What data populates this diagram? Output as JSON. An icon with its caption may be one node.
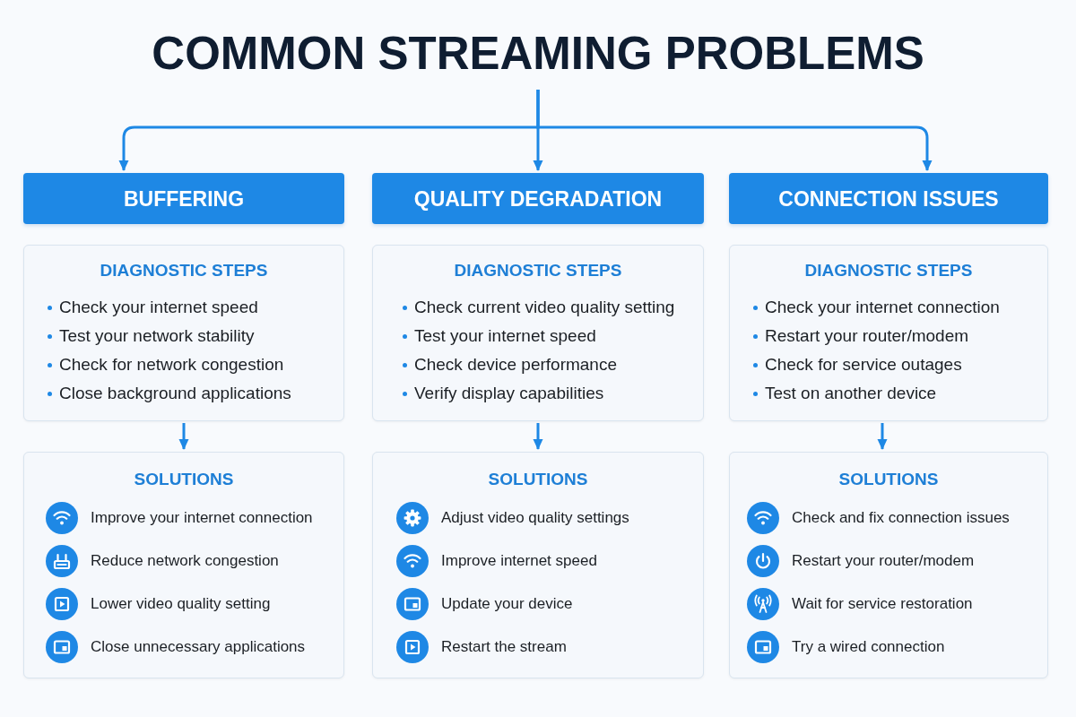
{
  "diagram": {
    "nodes": [
      {
        "text": [
          "COMMON STREAMING PROBLEMS"
        ]
      },
      {
        "text": [
          "BUFFERING"
        ]
      },
      {
        "text": [
          "QUALITY DEGRADATION"
        ]
      },
      {
        "text": [
          "CONNECTION ISSUES"
        ]
      },
      {
        "text": [
          "DIAGNOSTIC STEPS",
          "Check your internet speed",
          "Test your network stability",
          "Check for network congestion",
          "Close background applications"
        ]
      },
      {
        "text": [
          "DIAGNOSTIC STEPS",
          "Check current video quality setting",
          "Test your internet speed",
          "Check device performance",
          "Verify display capabilities"
        ]
      },
      {
        "text": [
          "DIAGNOSTIC STEPS",
          "Check your internet connection",
          "Restart your router/modem",
          "Check for service outages",
          "Test on another device"
        ]
      },
      {
        "text": [
          "SOLUTIONS",
          "Improve your internet connection",
          "Reduce network congestion",
          "Lower video quality setting",
          "Close unnecessary applications"
        ]
      },
      {
        "text": [
          "SOLUTIONS",
          "Adjust video quality settings",
          "Improve internet speed",
          "Update your device",
          "Restart the stream"
        ]
      },
      {
        "text": [
          "SOLUTIONS",
          "Check and fix connection issues",
          "Restart your router/modem",
          "Wait for service restoration",
          "Try a wired connection"
        ]
      }
    ],
    "edges": [
      {
        "from": 0,
        "to": 1,
        "arrow": "to"
      },
      {
        "from": 0,
        "to": 2,
        "arrow": "to"
      },
      {
        "from": 0,
        "to": 3,
        "arrow": "to"
      },
      {
        "from": 4,
        "to": 7,
        "arrow": "to"
      },
      {
        "from": 5,
        "to": 8,
        "arrow": "to"
      },
      {
        "from": 6,
        "to": 9,
        "arrow": "to"
      }
    ]
  }
}
